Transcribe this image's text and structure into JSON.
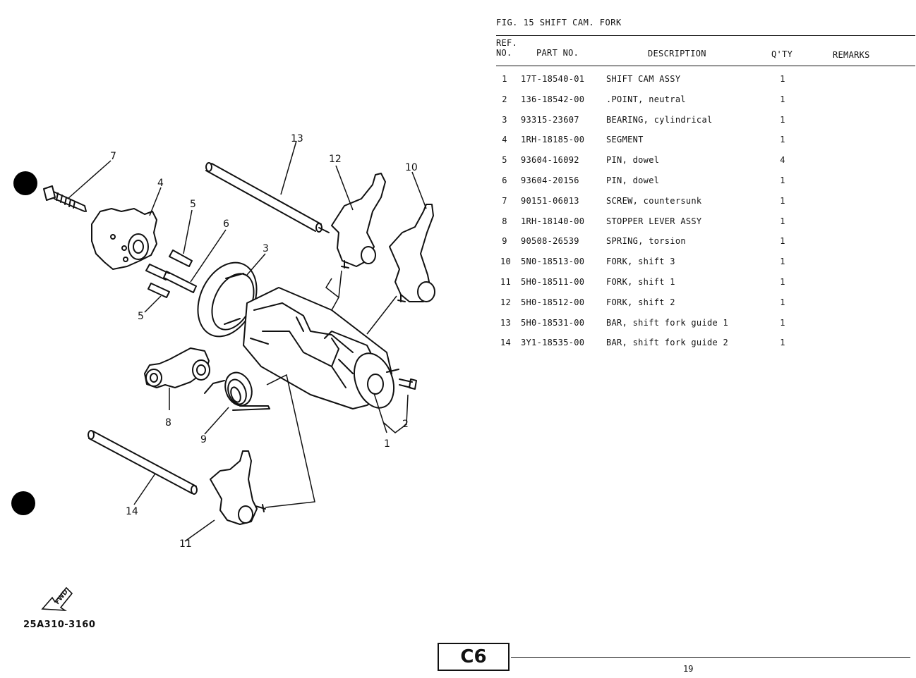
{
  "figure": {
    "title": "FIG. 15  SHIFT CAM. FORK"
  },
  "headers": {
    "ref": "REF.",
    "no": "NO.",
    "part_no": "PART NO.",
    "description": "DESCRIPTION",
    "qty": "Q'TY",
    "remarks": "REMARKS"
  },
  "parts": [
    {
      "ref": "1",
      "part_no": "17T-18540-01",
      "description": "SHIFT CAM ASSY",
      "qty": "1"
    },
    {
      "ref": "2",
      "part_no": "136-18542-00",
      "description": ".POINT, neutral",
      "qty": "1"
    },
    {
      "ref": "3",
      "part_no": "93315-23607",
      "description": "BEARING, cylindrical",
      "qty": "1"
    },
    {
      "ref": "4",
      "part_no": "1RH-18185-00",
      "description": "SEGMENT",
      "qty": "1"
    },
    {
      "ref": "5",
      "part_no": "93604-16092",
      "description": "PIN, dowel",
      "qty": "4"
    },
    {
      "ref": "6",
      "part_no": "93604-20156",
      "description": "PIN, dowel",
      "qty": "1"
    },
    {
      "ref": "7",
      "part_no": "90151-06013",
      "description": "SCREW, countersunk",
      "qty": "1"
    },
    {
      "ref": "8",
      "part_no": "1RH-18140-00",
      "description": "STOPPER LEVER ASSY",
      "qty": "1"
    },
    {
      "ref": "9",
      "part_no": "90508-26539",
      "description": "SPRING, torsion",
      "qty": "1"
    },
    {
      "ref": "10",
      "part_no": "5N0-18513-00",
      "description": "FORK, shift 3",
      "qty": "1"
    },
    {
      "ref": "11",
      "part_no": "5H0-18511-00",
      "description": "FORK, shift 1",
      "qty": "1"
    },
    {
      "ref": "12",
      "part_no": "5H0-18512-00",
      "description": "FORK, shift 2",
      "qty": "1"
    },
    {
      "ref": "13",
      "part_no": "5H0-18531-00",
      "description": "BAR, shift fork guide 1",
      "qty": "1"
    },
    {
      "ref": "14",
      "part_no": "3Y1-18535-00",
      "description": "BAR, shift fork guide 2",
      "qty": "1"
    }
  ],
  "callouts": {
    "c1": "1",
    "c2": "2",
    "c3": "3",
    "c4": "4",
    "c5a": "5",
    "c5b": "5",
    "c6": "6",
    "c7": "7",
    "c8": "8",
    "c9": "9",
    "c10": "10",
    "c11": "11",
    "c12": "12",
    "c13": "13",
    "c14": "14"
  },
  "fwd_label": "FWD",
  "doc_code": "25A310-3160",
  "page_label": "C6",
  "page_number": "19"
}
